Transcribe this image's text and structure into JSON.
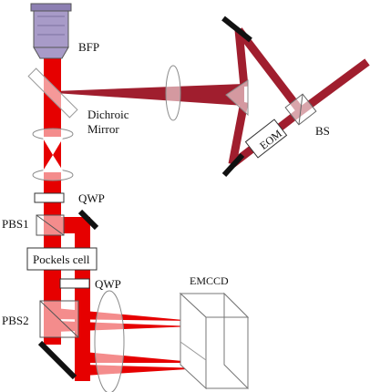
{
  "labels": {
    "bfp": "BFP",
    "dichroic_line1": "Dichroic",
    "dichroic_line2": "Mirror",
    "eom": "EOM",
    "bs": "BS",
    "qwp_top": "QWP",
    "pbs1": "PBS1",
    "pockels": "Pockels cell",
    "qwp_bottom": "QWP",
    "pbs2": "PBS2",
    "emccd": "EMCCD"
  },
  "colors": {
    "beam_red": "#e60000",
    "beam_dark_red": "#a01e2e",
    "objective": "#a89bc8",
    "mirror": "#111111"
  }
}
